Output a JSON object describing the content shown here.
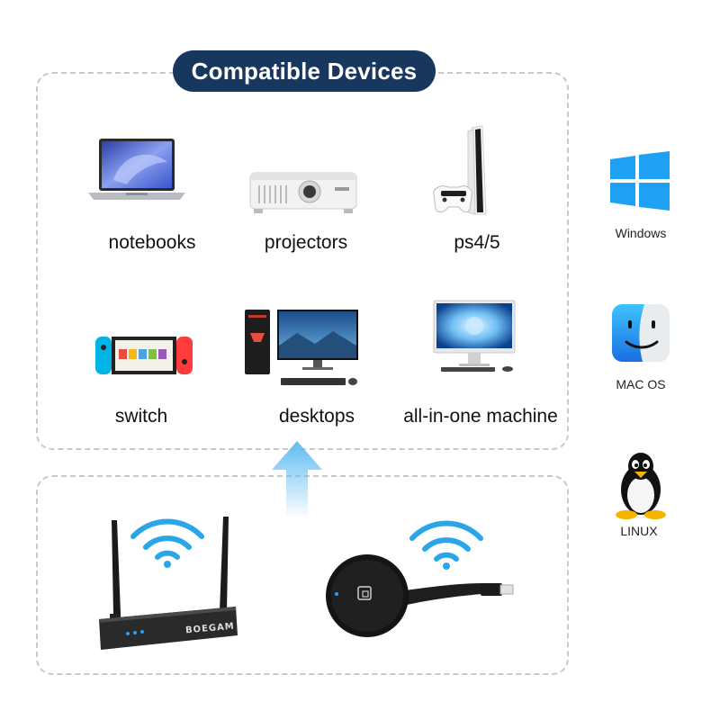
{
  "title": "Compatible Devices",
  "devices": [
    {
      "name": "notebooks",
      "icon": "laptop-icon"
    },
    {
      "name": "projectors",
      "icon": "projector-icon"
    },
    {
      "name": "ps4/5",
      "icon": "playstation-icon"
    },
    {
      "name": "switch",
      "icon": "game-switch-icon"
    },
    {
      "name": "desktops",
      "icon": "desktop-pc-icon"
    },
    {
      "name": "all-in-one machine",
      "icon": "all-in-one-pc-icon"
    }
  ],
  "os": [
    {
      "name": "Windows",
      "icon": "windows-logo-icon"
    },
    {
      "name": "MAC OS",
      "icon": "mac-finder-icon"
    },
    {
      "name": "LINUX",
      "icon": "linux-tux-icon"
    }
  ],
  "receiver": {
    "brand": "BOEGAM",
    "icon": "wireless-receiver-icon"
  },
  "transmitter": {
    "icon": "wireless-dongle-icon"
  },
  "colors": {
    "title_bg": "#17375e",
    "wifi": "#2aa6e8",
    "arrow": "#5fbcf0",
    "windows": "#1ea1f2"
  }
}
